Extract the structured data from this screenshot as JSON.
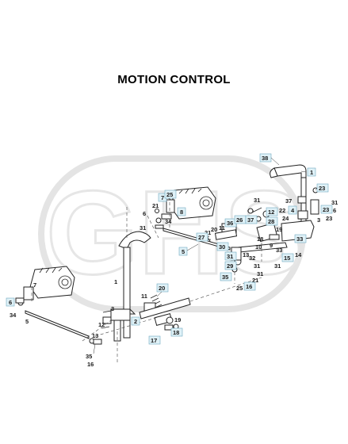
{
  "title": "MOTION CONTROL",
  "watermark": "GHS",
  "colors": {
    "callout_fill": "#dff1f7",
    "callout_stroke": "#6fa9c0",
    "line": "#222222"
  },
  "callouts": {
    "c38": "38",
    "c1_top": "1",
    "c23_a": "23",
    "c31_a": "31",
    "c37": "37",
    "c6_b": "6",
    "c23_b": "23",
    "c12_a": "12",
    "c22": "22",
    "c4": "4",
    "c24": "24",
    "c28": "28",
    "c3_a": "3",
    "c7_a": "7",
    "c25_a": "25",
    "c21_a": "21",
    "c8": "8",
    "c6_a": "6",
    "c34_a": "34",
    "c31_b": "31",
    "c36": "36",
    "c26": "26",
    "c37_b": "37",
    "c27": "27",
    "c21_b": "21",
    "c20_a": "20",
    "c11_a": "11",
    "c30": "30",
    "c5_a": "5",
    "c18_a": "18",
    "c19_a": "19",
    "c33_a": "33",
    "c10": "10",
    "c9": "9",
    "c33_b": "33",
    "c15": "15",
    "c14": "14",
    "c13_a": "13",
    "c32": "32",
    "c31_c": "31",
    "c29": "29",
    "c31_d": "31",
    "c35_a": "35",
    "c21_c": "21",
    "c25_b": "25",
    "c16_a": "16",
    "c7_b": "7",
    "c6_c": "6",
    "c34_b": "34",
    "c5_b": "5",
    "c1_mid": "1",
    "c20_b": "20",
    "c11_b": "11",
    "c3_b": "3",
    "c2": "2",
    "c12_b": "12",
    "c19_b": "19",
    "c18_b": "18",
    "c17": "17",
    "c13_b": "13",
    "c35_b": "35",
    "c16_b": "16"
  }
}
